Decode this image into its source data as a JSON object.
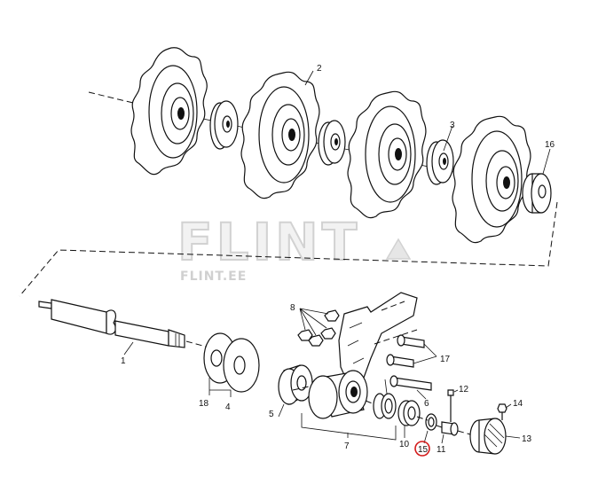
{
  "watermark": {
    "brand": "FLINT",
    "site": "FLINT.EE"
  },
  "callouts": {
    "c1": "1",
    "c2": "2",
    "c3": "3",
    "c4": "4",
    "c5": "5",
    "c6": "6",
    "c7": "7",
    "c8": "8",
    "c10": "10",
    "c11": "11",
    "c12": "12",
    "c13": "13",
    "c14": "14",
    "c15": "15",
    "c16": "16",
    "c17": "17",
    "c18": "18"
  },
  "highlight": {
    "ring_color": "#d41a1a"
  }
}
